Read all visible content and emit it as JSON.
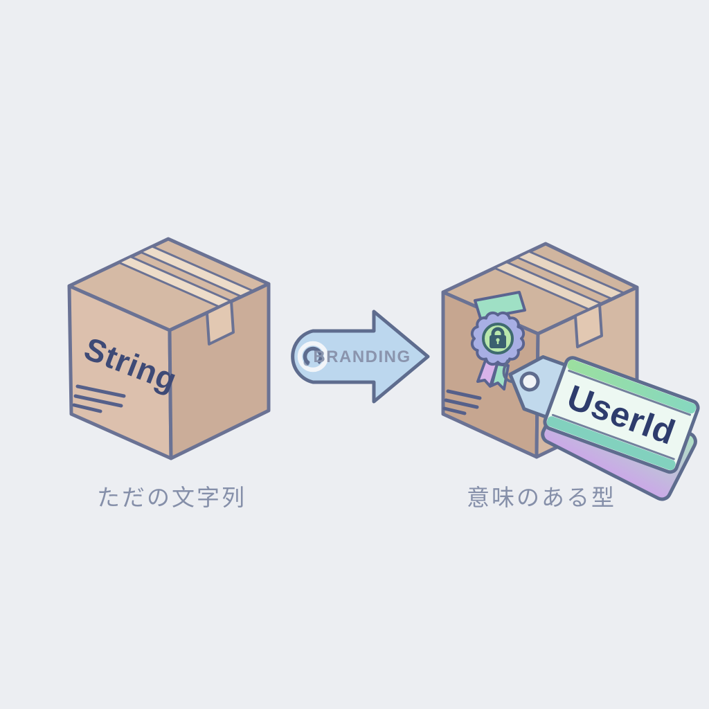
{
  "scene": {
    "background_color": "#ECEEF2",
    "outline_color": "#6A7294",
    "type": "concept-illustration"
  },
  "left": {
    "box_label": "String",
    "caption": "ただの文字列",
    "colors": {
      "face_left": "#DCC0AD",
      "face_right": "#CBAD99",
      "face_top": "#D5BAA5",
      "tape": "#EDDCC9",
      "label": "#3E4A76"
    },
    "icons": [
      "cardboard-box-icon",
      "address-lines-icon"
    ]
  },
  "arrow": {
    "label": "BRANDING",
    "colors": {
      "fill": "#BCD7EE",
      "outline": "#5E6C8E",
      "label": "#8A94AD",
      "ring": "#F2F5F9"
    },
    "icons": [
      "stamp-ring-icon",
      "right-arrow-icon"
    ]
  },
  "right": {
    "tag_label": "UserId",
    "caption": "意味のある型",
    "colors": {
      "face_left": "#C6A690",
      "face_right": "#D4B9A4",
      "face_top": "#D0B59F",
      "tape": "#E8D6C2",
      "rosette": "#A8AFE4",
      "rosette_inner": "#B9E7AC",
      "ribbon_mint": "#9FE0C5",
      "ribbon_lilac": "#D9B3EA",
      "lock": "#3A5F6F",
      "tag_point": "#C1D9EC",
      "tag_body": "#EDF8F2",
      "tag_strip_top_from": "#9CDF9F",
      "tag_strip_top_to": "#86D8C0",
      "tag_strip_bottom": "#82D1BE",
      "tag_back_from": "#AEE3C4",
      "tag_back_to": "#CBA8E8",
      "tag_label_color": "#2E3C6D"
    },
    "icons": [
      "cardboard-box-icon",
      "seal-ribbon-icon",
      "padlock-icon",
      "price-tag-icon",
      "tag-hole-icon",
      "address-lines-icon"
    ]
  }
}
